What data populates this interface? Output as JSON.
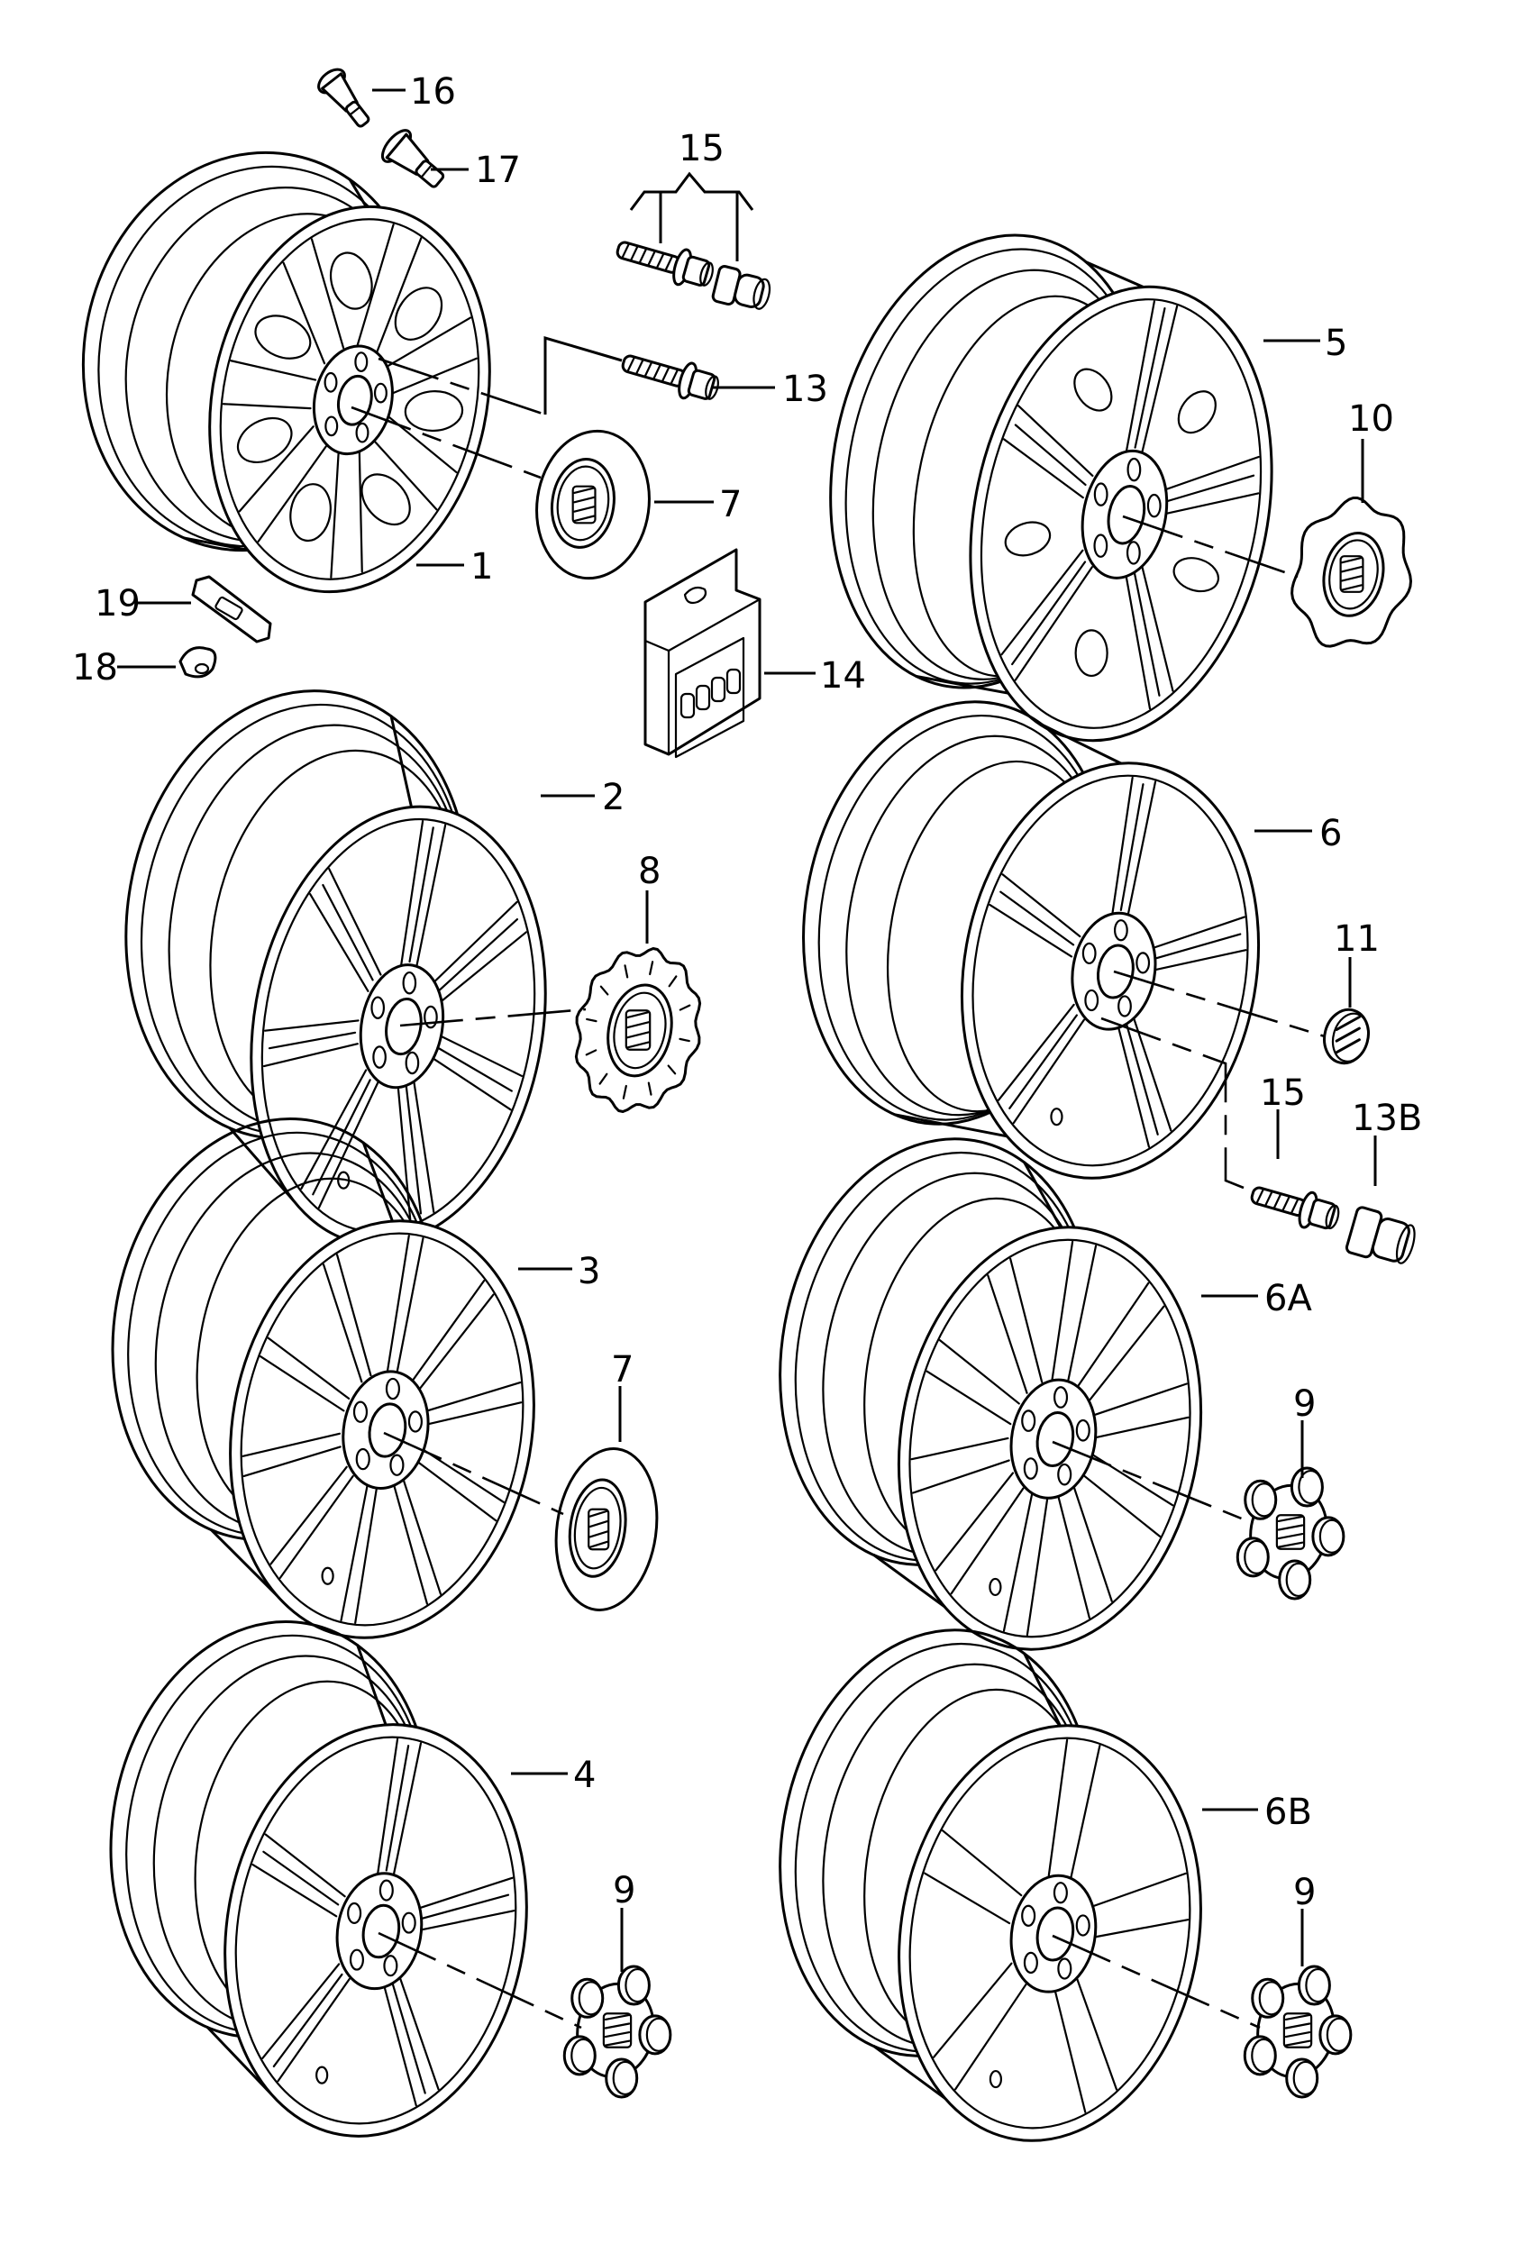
{
  "diagram": {
    "title": "Alloy wheels, center caps and wheel bolts — exploded parts view",
    "line_color": "#000000",
    "background_color": "#ffffff",
    "callouts": [
      {
        "id": "16",
        "label": "16",
        "part": "valve-stem"
      },
      {
        "id": "17",
        "label": "17",
        "part": "valve-stem-metal"
      },
      {
        "id": "15-top",
        "label": "15",
        "part": "anti-theft-wheel-bolt-set"
      },
      {
        "id": "13",
        "label": "13",
        "part": "wheel-bolt"
      },
      {
        "id": "5",
        "label": "5",
        "part": "alloy-wheel"
      },
      {
        "id": "10",
        "label": "10",
        "part": "center-cap"
      },
      {
        "id": "7-top",
        "label": "7",
        "part": "center-cap"
      },
      {
        "id": "1",
        "label": "1",
        "part": "alloy-wheel"
      },
      {
        "id": "19",
        "label": "19",
        "part": "balance-weight"
      },
      {
        "id": "18",
        "label": "18",
        "part": "clip"
      },
      {
        "id": "14",
        "label": "14",
        "part": "bolt-cover-caps-pack"
      },
      {
        "id": "2",
        "label": "2",
        "part": "alloy-wheel"
      },
      {
        "id": "8",
        "label": "8",
        "part": "center-cap"
      },
      {
        "id": "6",
        "label": "6",
        "part": "alloy-wheel"
      },
      {
        "id": "11",
        "label": "11",
        "part": "center-cap"
      },
      {
        "id": "15-mid",
        "label": "15",
        "part": "anti-theft-wheel-bolt-set"
      },
      {
        "id": "13B",
        "label": "13B",
        "part": "bolt-cover-cap"
      },
      {
        "id": "3",
        "label": "3",
        "part": "alloy-wheel"
      },
      {
        "id": "7-mid",
        "label": "7",
        "part": "center-cap"
      },
      {
        "id": "6A",
        "label": "6A",
        "part": "alloy-wheel"
      },
      {
        "id": "9-mid",
        "label": "9",
        "part": "center-cap"
      },
      {
        "id": "4",
        "label": "4",
        "part": "alloy-wheel"
      },
      {
        "id": "9-bottom-left",
        "label": "9",
        "part": "center-cap"
      },
      {
        "id": "6B",
        "label": "6B",
        "part": "alloy-wheel"
      },
      {
        "id": "9-bottom-right",
        "label": "9",
        "part": "center-cap"
      }
    ],
    "wheels": [
      {
        "id": "1",
        "spoke_count": 7,
        "style": "split-oval"
      },
      {
        "id": "2",
        "spoke_count": 7,
        "style": "double-spoke"
      },
      {
        "id": "3",
        "spoke_count": 10,
        "style": "star-split"
      },
      {
        "id": "4",
        "spoke_count": 5,
        "style": "double-spoke"
      },
      {
        "id": "5",
        "spoke_count": 5,
        "style": "twin-y"
      },
      {
        "id": "6",
        "spoke_count": 5,
        "style": "double-spoke"
      },
      {
        "id": "6A",
        "spoke_count": 10,
        "style": "split-v"
      },
      {
        "id": "6B",
        "spoke_count": 5,
        "style": "single-spoke"
      }
    ],
    "caps": [
      {
        "id": "7-top",
        "style": "round-flat"
      },
      {
        "id": "10",
        "style": "scalloped"
      },
      {
        "id": "8",
        "style": "wavy"
      },
      {
        "id": "11",
        "style": "small-knurled"
      },
      {
        "id": "7-mid",
        "style": "round-flat"
      },
      {
        "id": "9-mid",
        "style": "five-lug"
      },
      {
        "id": "9-bottom-left",
        "style": "five-lug"
      },
      {
        "id": "9-bottom-right",
        "style": "five-lug"
      }
    ]
  }
}
